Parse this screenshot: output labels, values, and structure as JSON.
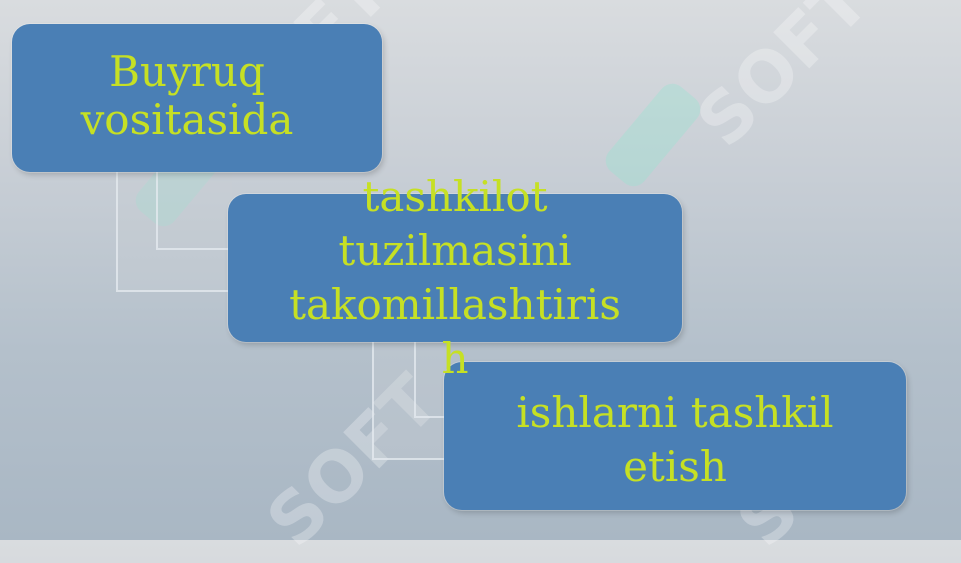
{
  "diagram": {
    "boxes": [
      {
        "text": "Buyruq\nvositasida"
      },
      {
        "text": "tashkilot\ntuzilmasini\ntakomillashtiris\nh"
      },
      {
        "text": "ishlarni tashkil\netish"
      }
    ]
  },
  "watermark": {
    "text": "SOFT"
  },
  "colors": {
    "box_fill": "#4a7fb5",
    "text": "#c6e024"
  }
}
